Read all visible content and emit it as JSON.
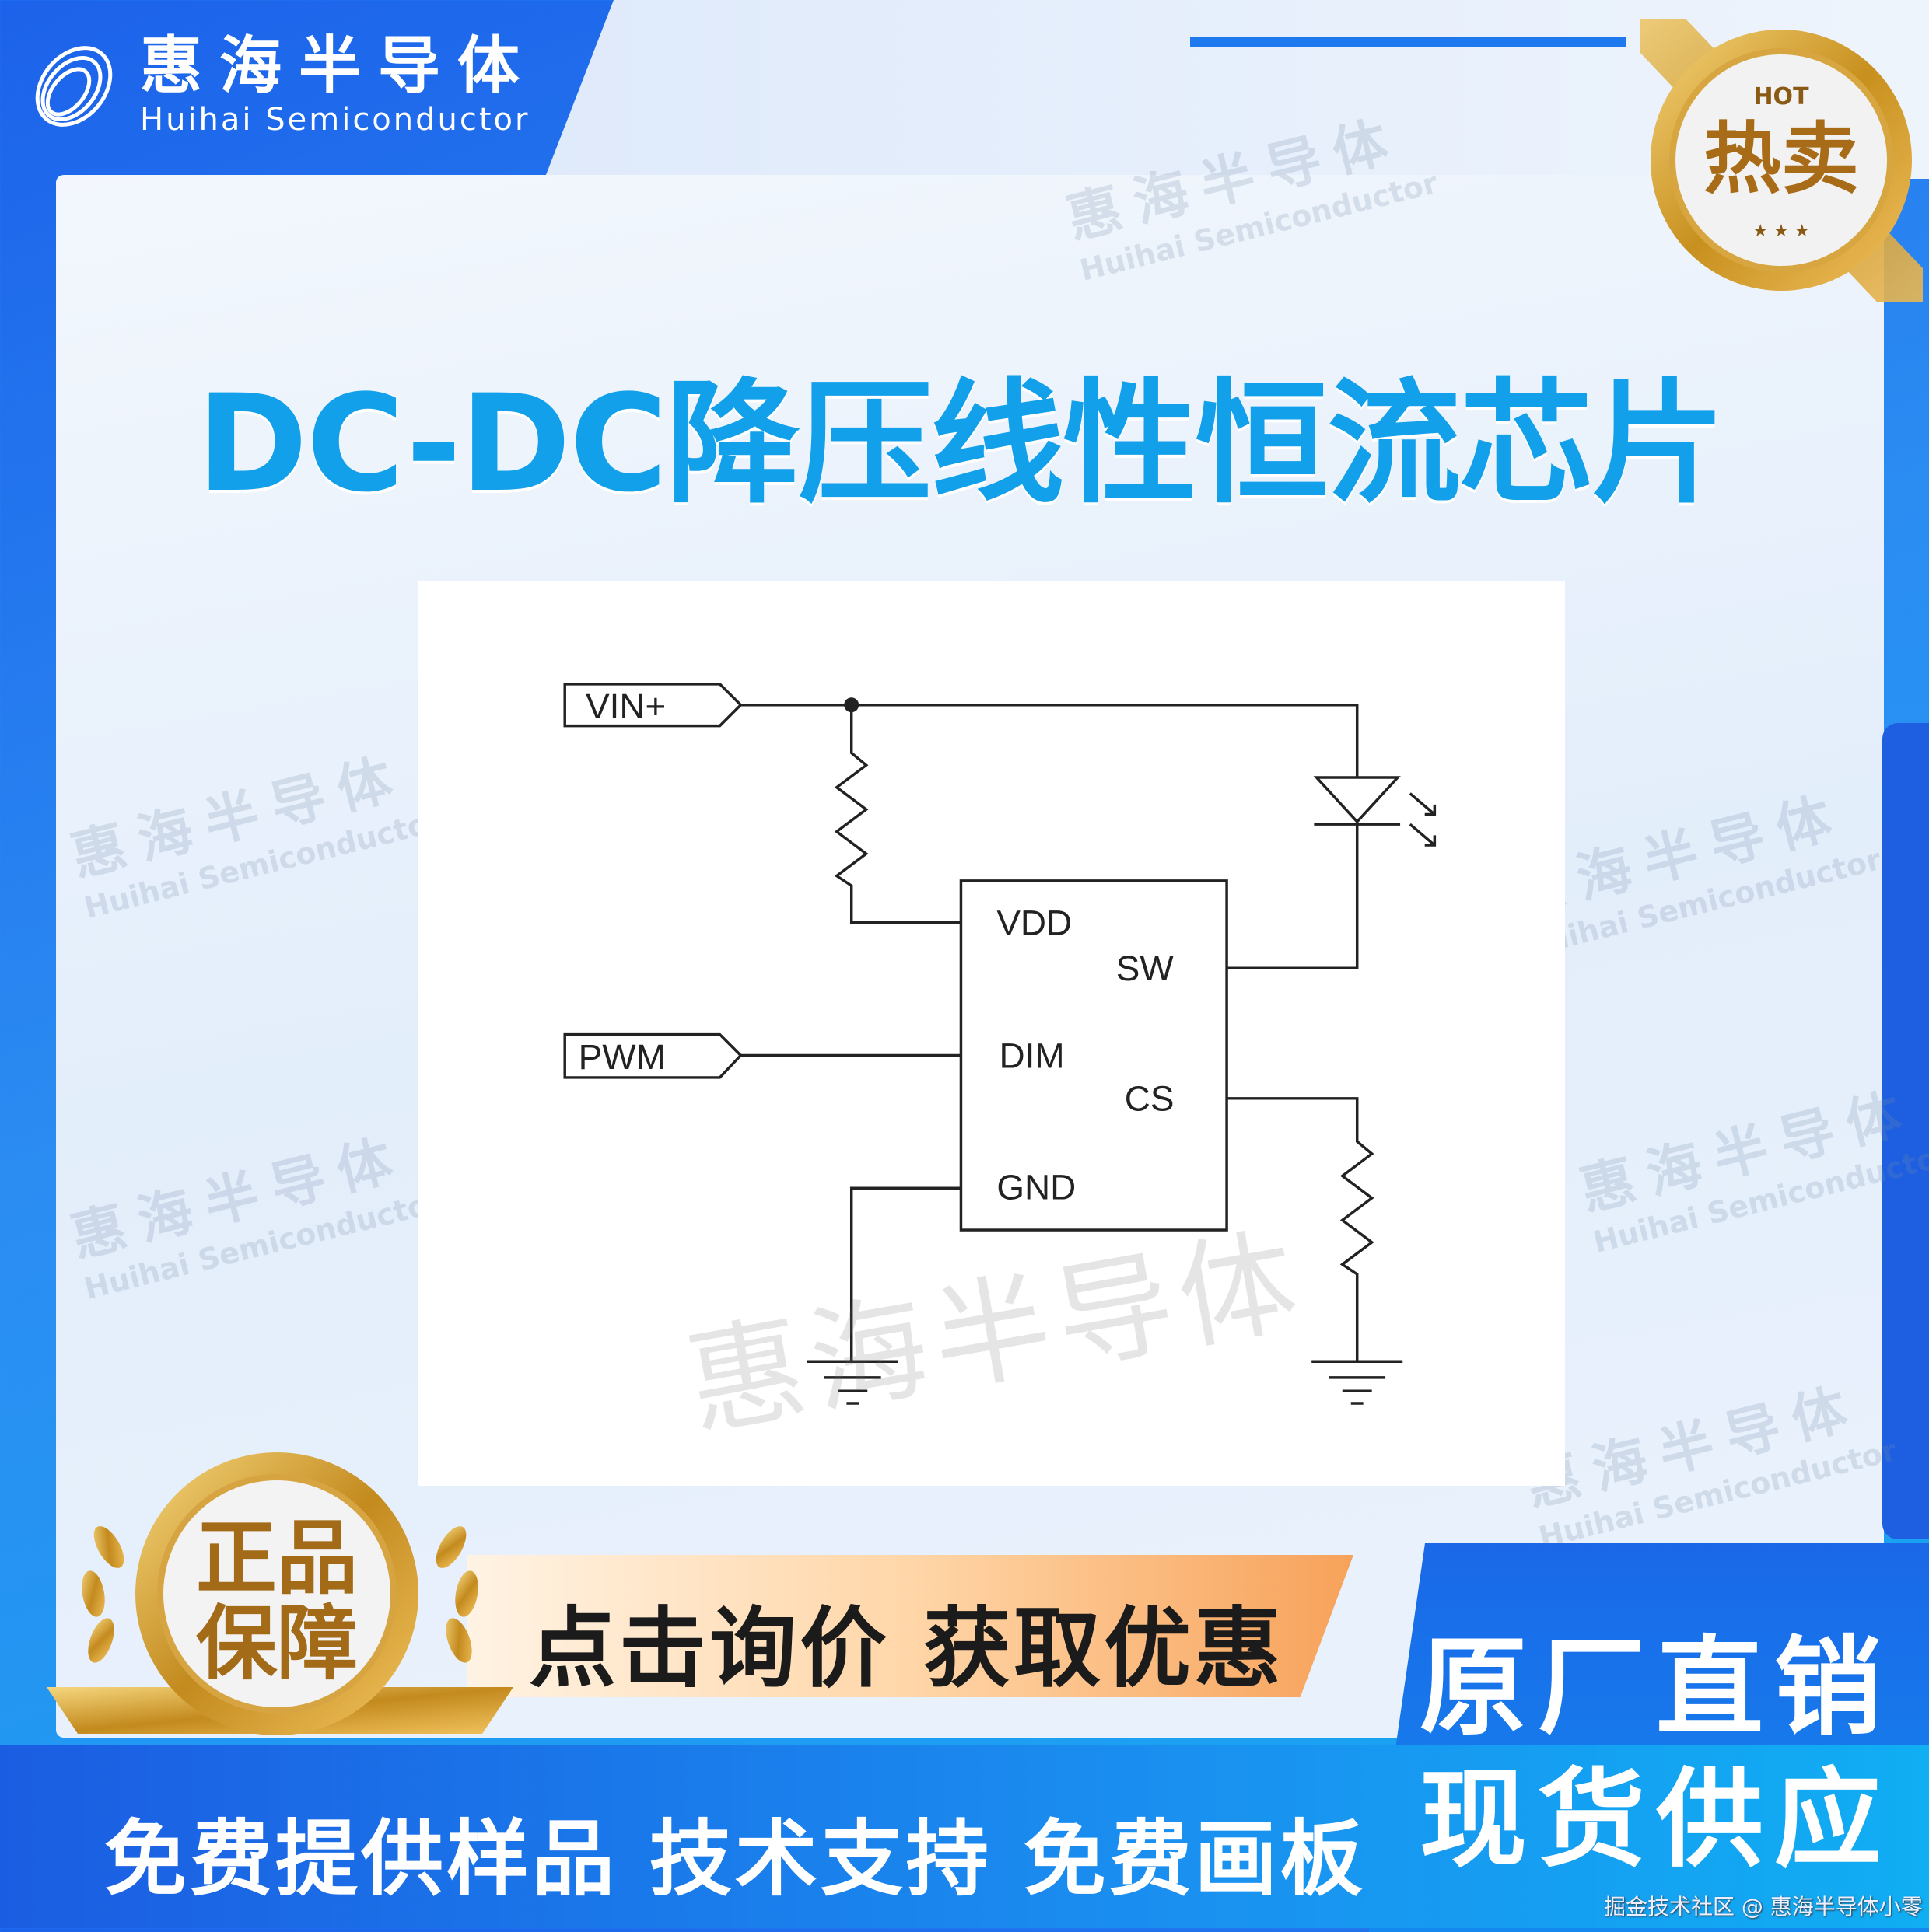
{
  "brand": {
    "name_cn": "惠海半导体",
    "name_en": "Huihai Semiconductor"
  },
  "title": "DC-DC降压线性恒流芯片",
  "watermark": {
    "cn": "惠海半导体",
    "en": "Huihai Semiconductor"
  },
  "diagram": {
    "inputs": [
      "VIN+",
      "PWM"
    ],
    "pins": {
      "vdd": "VDD",
      "sw": "SW",
      "dim": "DIM",
      "cs": "CS",
      "gnd": "GND"
    }
  },
  "hot_badge": {
    "en": "HOT",
    "cn": "热卖",
    "stars": "★ ★ ★"
  },
  "seal": {
    "line1": "正品",
    "line2": "保障"
  },
  "banner": "点击询价 获取优惠",
  "bottom_text": "免费提供样品 技术支持 免费画板",
  "right_text": {
    "line1": "原厂直销",
    "line2": "现货供应"
  },
  "credit": "掘金技术社区 @ 惠海半导体小零",
  "colors": {
    "title": "#12a0ea",
    "primary_blue": "#1c62ea",
    "gold": "#c8901e",
    "banner_orange": "#f7a25a"
  }
}
